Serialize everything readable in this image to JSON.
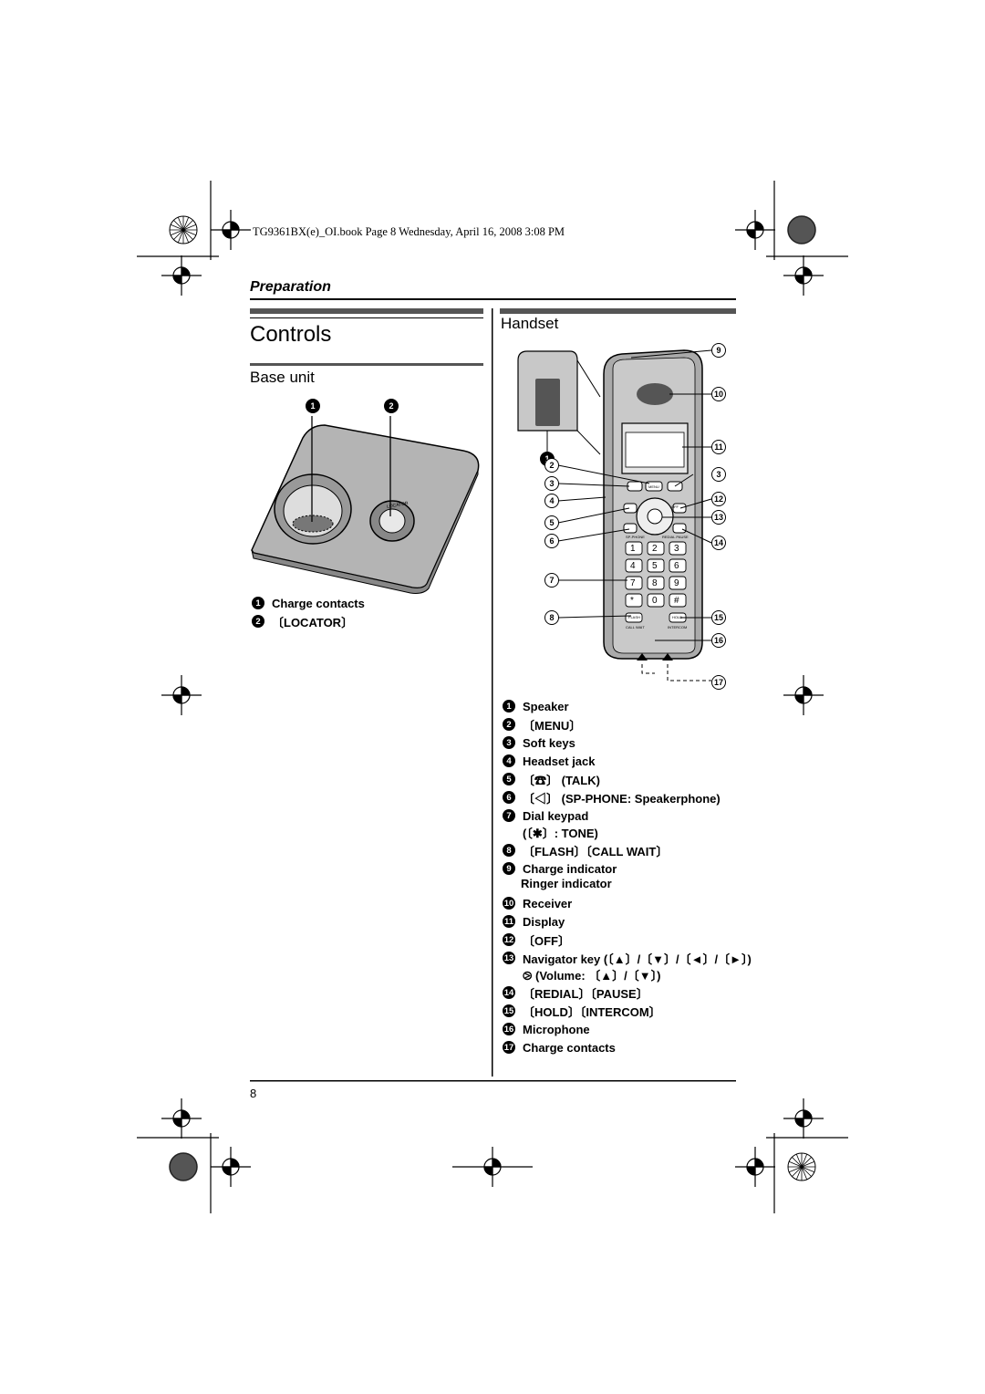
{
  "header": {
    "file_line": "TG9361BX(e)_OI.book  Page 8  Wednesday, April 16, 2008  3:08 PM",
    "section": "Preparation"
  },
  "page": {
    "title": "Controls",
    "number": "8"
  },
  "base_unit": {
    "heading": "Base unit",
    "device_label": "LOCATOR",
    "callouts": [
      "1",
      "2"
    ],
    "legend": [
      {
        "num": "1",
        "text": "Charge contacts"
      },
      {
        "num": "2",
        "text": "〔LOCATOR〕"
      }
    ]
  },
  "handset": {
    "heading": "Handset",
    "keypad_labels": {
      "menu": "MENU",
      "off": "OFF",
      "flash": "FLASH",
      "call_wait": "CALL WAIT",
      "hold": "HOLD",
      "intercom": "INTERCOM",
      "redial_pause": "REDIAL PAUSE",
      "sp_phone": "SP-PHONE",
      "keys": [
        "1",
        "2",
        "3",
        "4",
        "5",
        "6",
        "7",
        "8",
        "9",
        "*",
        "0",
        "#"
      ]
    },
    "callouts": [
      "1",
      "2",
      "3",
      "4",
      "5",
      "6",
      "7",
      "8",
      "9",
      "10",
      "11",
      "12",
      "13",
      "14",
      "15",
      "16",
      "17"
    ],
    "legend": [
      {
        "num": "1",
        "text": "Speaker"
      },
      {
        "num": "2",
        "text": "〔MENU〕"
      },
      {
        "num": "3",
        "text": "Soft keys"
      },
      {
        "num": "4",
        "text": "Headset jack"
      },
      {
        "num": "5",
        "text": "〔☎〕 (TALK)"
      },
      {
        "num": "6",
        "text": "〔◁〕 (SP-PHONE: Speakerphone)"
      },
      {
        "num": "7",
        "text": "Dial keypad"
      },
      {
        "num": "",
        "text": "(〔✱〕: TONE)"
      },
      {
        "num": "8",
        "text": "〔FLASH〕〔CALL WAIT〕"
      },
      {
        "num": "9",
        "text": "Charge indicator"
      },
      {
        "num": "",
        "text": "Ringer indicator"
      },
      {
        "num": "10",
        "text": "Receiver"
      },
      {
        "num": "11",
        "text": "Display"
      },
      {
        "num": "12",
        "text": "〔OFF〕"
      },
      {
        "num": "13",
        "text": "Navigator key (〔▲〕/〔▼〕/〔◄〕/〔►〕)"
      },
      {
        "num": "",
        "text": "⧁ (Volume: 〔▲〕/〔▼〕)"
      },
      {
        "num": "14",
        "text": "〔REDIAL〕〔PAUSE〕"
      },
      {
        "num": "15",
        "text": "〔HOLD〕〔INTERCOM〕"
      },
      {
        "num": "16",
        "text": "Microphone"
      },
      {
        "num": "17",
        "text": "Charge contacts"
      }
    ]
  }
}
